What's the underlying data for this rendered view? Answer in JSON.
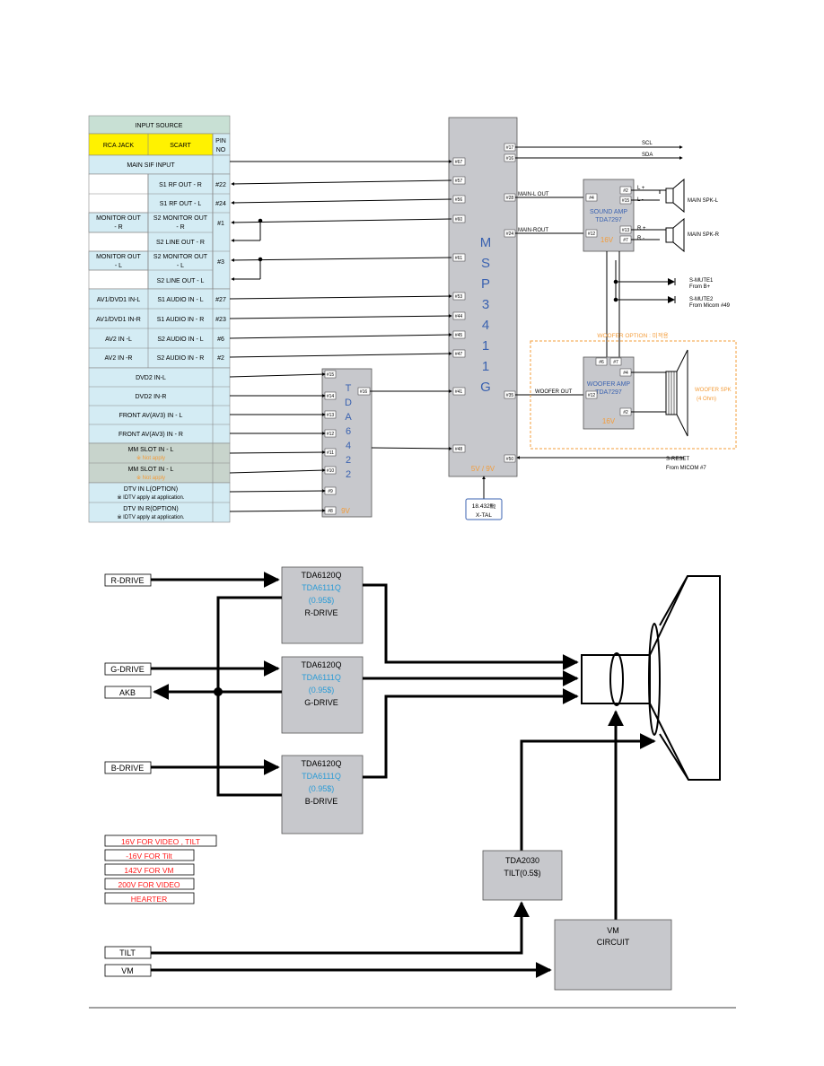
{
  "table": {
    "header": "INPUT SOURCE",
    "col_rca": "RCA JACK",
    "col_scart": "SCART",
    "col_pin1": "PIN",
    "col_pin2": "NO",
    "rows": {
      "main_sif": "MAIN SIF INPUT",
      "s1rf_r": "S1 RF OUT - R",
      "pin_22": "#22",
      "s1rf_l": "S1 RF OUT - L",
      "pin_24": "#24",
      "mon_r_1": "MONITOR OUT",
      "mon_r_2": "- R",
      "s2mon_r_1": "S2 MONITOR OUT",
      "s2mon_r_2": "- R",
      "pin_1": "#1",
      "s2line_r": "S2 LINE OUT - R",
      "mon_l_1": "MONITOR OUT",
      "mon_l_2": "- L",
      "s2mon_l_1": "S2 MONITOR OUT",
      "s2mon_l_2": "- L",
      "pin_3": "#3",
      "s2line_l": "S2 LINE OUT - L",
      "av1_l": "AV1/DVD1 IN-L",
      "s1audio_l": "S1 AUDIO IN - L",
      "pin_27": "#27",
      "av1_r": "AV1/DVD1 IN-R",
      "s1audio_r": "S1 AUDIO IN - R",
      "pin_23": "#23",
      "av2_l": "AV2 IN -L",
      "s2audio_l": "S2 AUDIO IN - L",
      "pin_6": "#6",
      "av2_r": "AV2 IN -R",
      "s2audio_r": "S2 AUDIO IN - R",
      "pin_2": "#2",
      "dvd2_l": "DVD2 IN-L",
      "dvd2_r": "DVD2 IN-R",
      "front_l": "FRONT AV(AV3) IN - L",
      "front_r": "FRONT AV(AV3) IN - R",
      "mm_l": "MM SLOT IN - L",
      "mm_l_note": "※ Not apply",
      "mm_r": "MM SLOT IN - L",
      "mm_r_note": "※ Not apply",
      "dtv_l": "DTV IN L(OPTION)",
      "dtv_l_note": "※ IDTV apply at application.",
      "dtv_r": "DTV IN R(OPTION)",
      "dtv_r_note": "※ IDTV apply at application."
    }
  },
  "msp": {
    "letters": [
      "M",
      "S",
      "P",
      "3",
      "4",
      "1",
      "1",
      "G"
    ],
    "voltage": "5V / 9V",
    "pins": {
      "p17": "#17",
      "p16": "#16",
      "p67": "#67",
      "p57": "#57",
      "p56": "#56",
      "p60": "#60",
      "p61": "#61",
      "p53": "#53",
      "p44": "#44",
      "p45": "#45",
      "p47": "#47",
      "p48": "#48",
      "p50": "#50",
      "p41": "#41",
      "p28": "#28",
      "p24": "#24",
      "p35": "#35"
    },
    "sig_scl": "SCL",
    "sig_sda": "SDA",
    "sig_main_l": "MAIN-L OUT",
    "sig_main_r": "MAIN-ROUT",
    "sig_woofer": "WOOFER OUT"
  },
  "xtal": {
    "freq": "18.432㎒",
    "label": "X-TAL"
  },
  "tda6422": {
    "letters": [
      "T",
      "D",
      "A",
      "6",
      "4",
      "2",
      "2"
    ],
    "voltage": "9V",
    "pins": {
      "p15": "#15",
      "p14": "#14",
      "p13": "#13",
      "p12": "#12",
      "p11": "#11",
      "p10": "#10",
      "p9": "#9",
      "p8": "#8",
      "p16": "#16"
    }
  },
  "sound_amp": {
    "title": "SOUND AMP",
    "part": "TDA7297",
    "voltage": "16V",
    "pins": {
      "p4": "#4",
      "p12": "#12",
      "p2": "#2",
      "p15": "#15",
      "p13": "#13",
      "p7": "#7"
    }
  },
  "woofer_amp": {
    "title": "WOOFER AMP",
    "part": "TDA7297",
    "voltage": "16V",
    "pins": {
      "p6": "#6",
      "p7": "#7",
      "p4": "#4",
      "p12": "#12",
      "p2": "#2"
    }
  },
  "outputs": {
    "spk_l": "MAIN SPK-L",
    "spk_r": "MAIN SPK-R",
    "l_plus": "L +",
    "l_minus": "L -",
    "r_plus": "R +",
    "r_minus": "R -",
    "mute1_a": "S-MUTE1",
    "mute1_b": "From B+",
    "mute2_a": "S-MUTE2",
    "mute2_b": "From Micom #49",
    "woofer_option": "WOOFER OPTION : 미적용",
    "woofer_spk_a": "WOOFER SPK",
    "woofer_spk_b": "(4 Ohm)",
    "reset_a": "S-RESET",
    "reset_b": "From MICOM #7"
  },
  "video": {
    "r_drive_in": "R-DRIVE",
    "g_drive_in": "G-DRIVE",
    "b_drive_in": "B-DRIVE",
    "akb": "AKB",
    "tilt_in": "TILT",
    "vm_in": "VM",
    "chip_r": {
      "a": "TDA6120Q",
      "b": "TDA6111Q",
      "c": "(0.95$)",
      "d": "R-DRIVE"
    },
    "chip_g": {
      "a": "TDA6120Q",
      "b": "TDA6111Q",
      "c": "(0.95$)",
      "d": "G-DRIVE"
    },
    "chip_b": {
      "a": "TDA6120Q",
      "b": "TDA6111Q",
      "c": "(0.95$)",
      "d": "B-DRIVE"
    },
    "tilt_chip": {
      "a": "TDA2030",
      "b": "TILT(0.5$)"
    },
    "vm_circuit": {
      "a": "VM",
      "b": "CIRCUIT"
    },
    "legend": [
      "16V FOR VIDEO , TILT",
      "-16V FOR Tilt",
      "142V FOR VM",
      "200V FOR VIDEO",
      "HEARTER"
    ]
  },
  "colors": {
    "table_header": "#c8e0d4",
    "table_yellow": "#fff200",
    "table_blue": "#d4ecf4",
    "table_grey": "#c8d4cc",
    "chip_fill": "#c7c8cc",
    "msp_text": "#3a62b0",
    "note_orange": "#f39c3a",
    "legend_red": "#ff1a1a",
    "tda611_blue": "#2b9bd6"
  }
}
